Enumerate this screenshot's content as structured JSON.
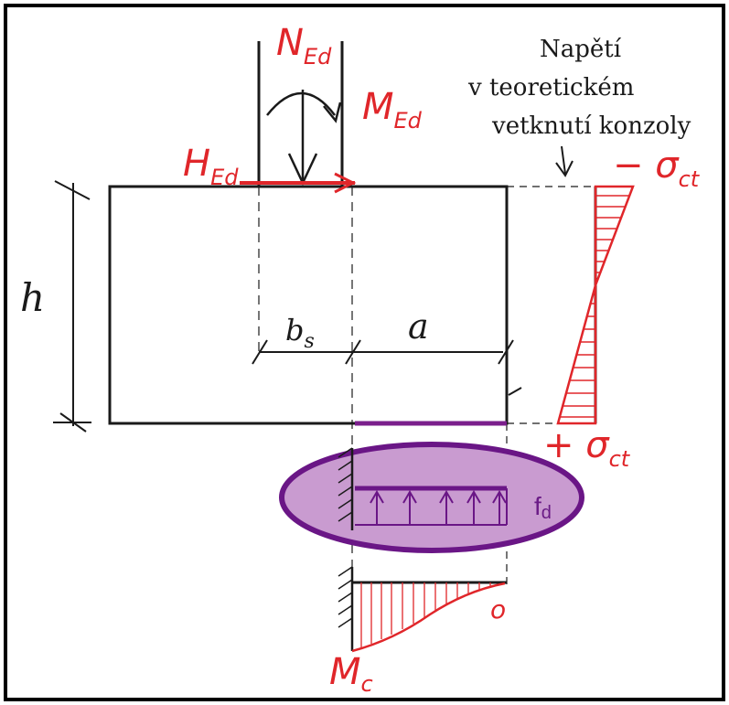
{
  "labels": {
    "n_ed_main": "N",
    "n_ed_sub": "Ed",
    "m_ed_main": "M",
    "m_ed_sub": "Ed",
    "h_ed_main": "H",
    "h_ed_sub": "Ed",
    "height": "h",
    "bs_main": "b",
    "bs_sub": "s",
    "a": "a",
    "fd_main": "f",
    "fd_sub": "d",
    "sigma_top": "− σ",
    "sigma_top_sub": "ct",
    "sigma_bottom": "+ σ",
    "sigma_bottom_sub": "ct",
    "mc_main": "M",
    "mc_sub": "c",
    "zero": "o"
  },
  "note": {
    "line1": "Napětí",
    "line2": "v teoretickém",
    "line3": "vetknutí konzoly"
  },
  "colors": {
    "ink": "#1a1a1a",
    "red": "#e0262a",
    "purple": "#7b1f8c",
    "purple_fill": "#c99bd0"
  }
}
